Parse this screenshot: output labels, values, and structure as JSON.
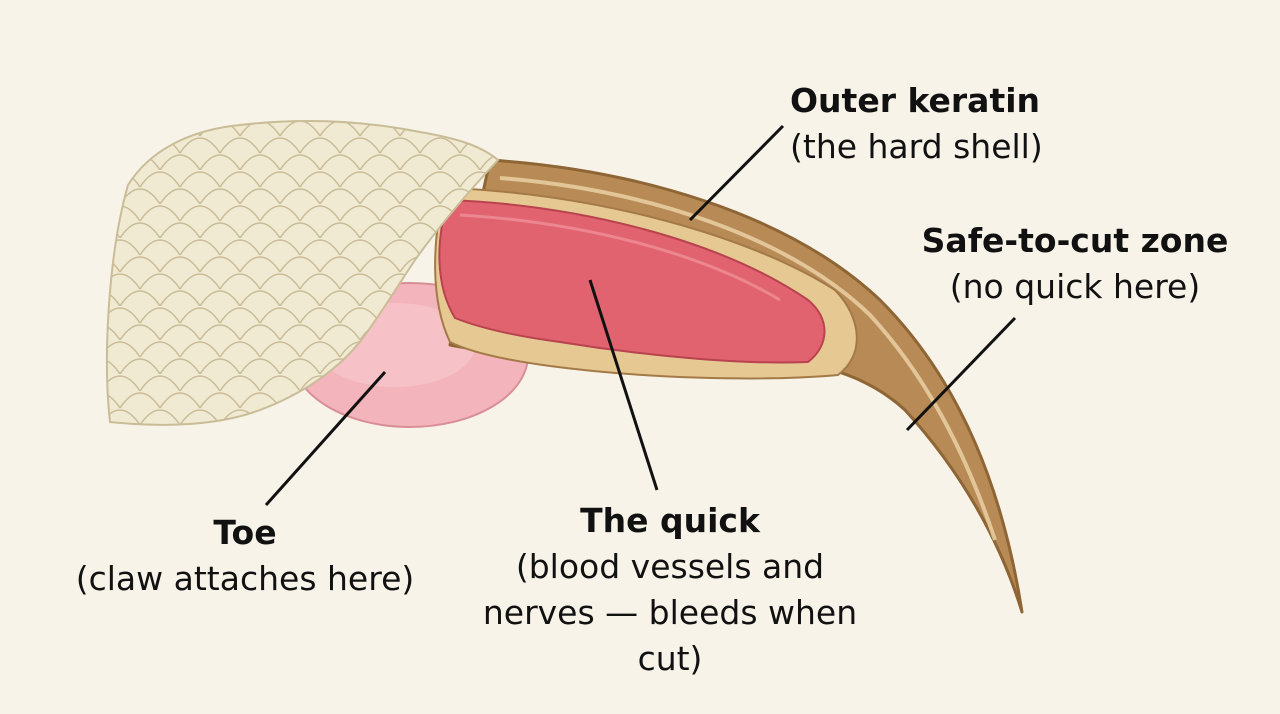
{
  "labels": {
    "outer_keratin": {
      "title": "Outer keratin",
      "subtitle": "(the hard shell)"
    },
    "safe_zone": {
      "title": "Safe-to-cut zone",
      "subtitle": "(no quick here)"
    },
    "toe": {
      "title": "Toe",
      "subtitle": "(claw attaches here)"
    },
    "quick": {
      "title": "The quick",
      "subtitle_line1": "(blood vessels and",
      "subtitle_line2": "nerves — bleeds when",
      "subtitle_line3": "cut)"
    }
  },
  "colors": {
    "background": "#f8f3e9",
    "claw_shell": "#b88a55",
    "claw_inner": "#e6c893",
    "quick": "#e0636f",
    "toe_pad": "#f3b5bb",
    "fur": "#f1ead3"
  }
}
